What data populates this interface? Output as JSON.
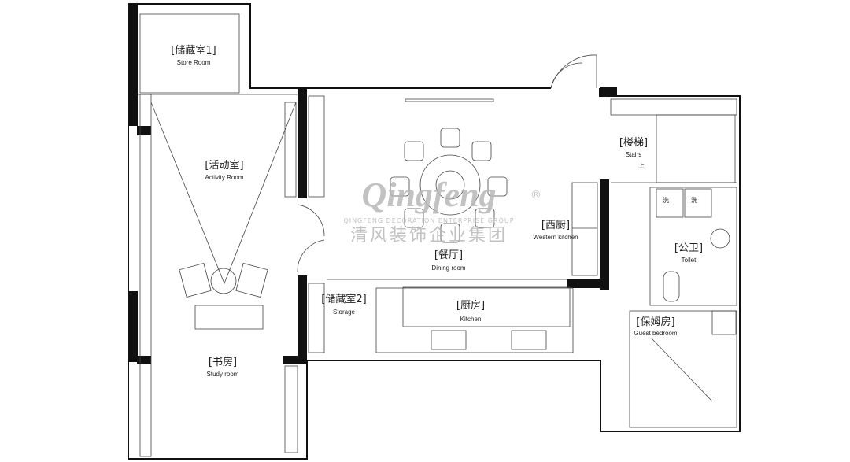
{
  "rooms": [
    {
      "cn": "[储藏室1]",
      "en": "Store Room"
    },
    {
      "cn": "[活动室]",
      "en": "Activity Room"
    },
    {
      "cn": "[餐厅]",
      "en": "Dining room"
    },
    {
      "cn": "[西厨]",
      "en": "Western kitchen"
    },
    {
      "cn": "[楼梯]",
      "en": "Stairs"
    },
    {
      "cn": "[公卫]",
      "en": "Toilet"
    },
    {
      "cn": "[储藏室2]",
      "en": "Storage"
    },
    {
      "cn": "[厨房]",
      "en": "Kitchen"
    },
    {
      "cn": "[保姆房]",
      "en": "Guest bedroom"
    },
    {
      "cn": "[书房]",
      "en": "Study room"
    }
  ],
  "fixtures": {
    "washer": "洗",
    "up": "上"
  },
  "watermark": {
    "logo": "Qingfeng",
    "registered": "®",
    "en": "QINGFENG DECORATION ENTERPRISE GROUP",
    "cn": "清风装饰企业集团"
  }
}
